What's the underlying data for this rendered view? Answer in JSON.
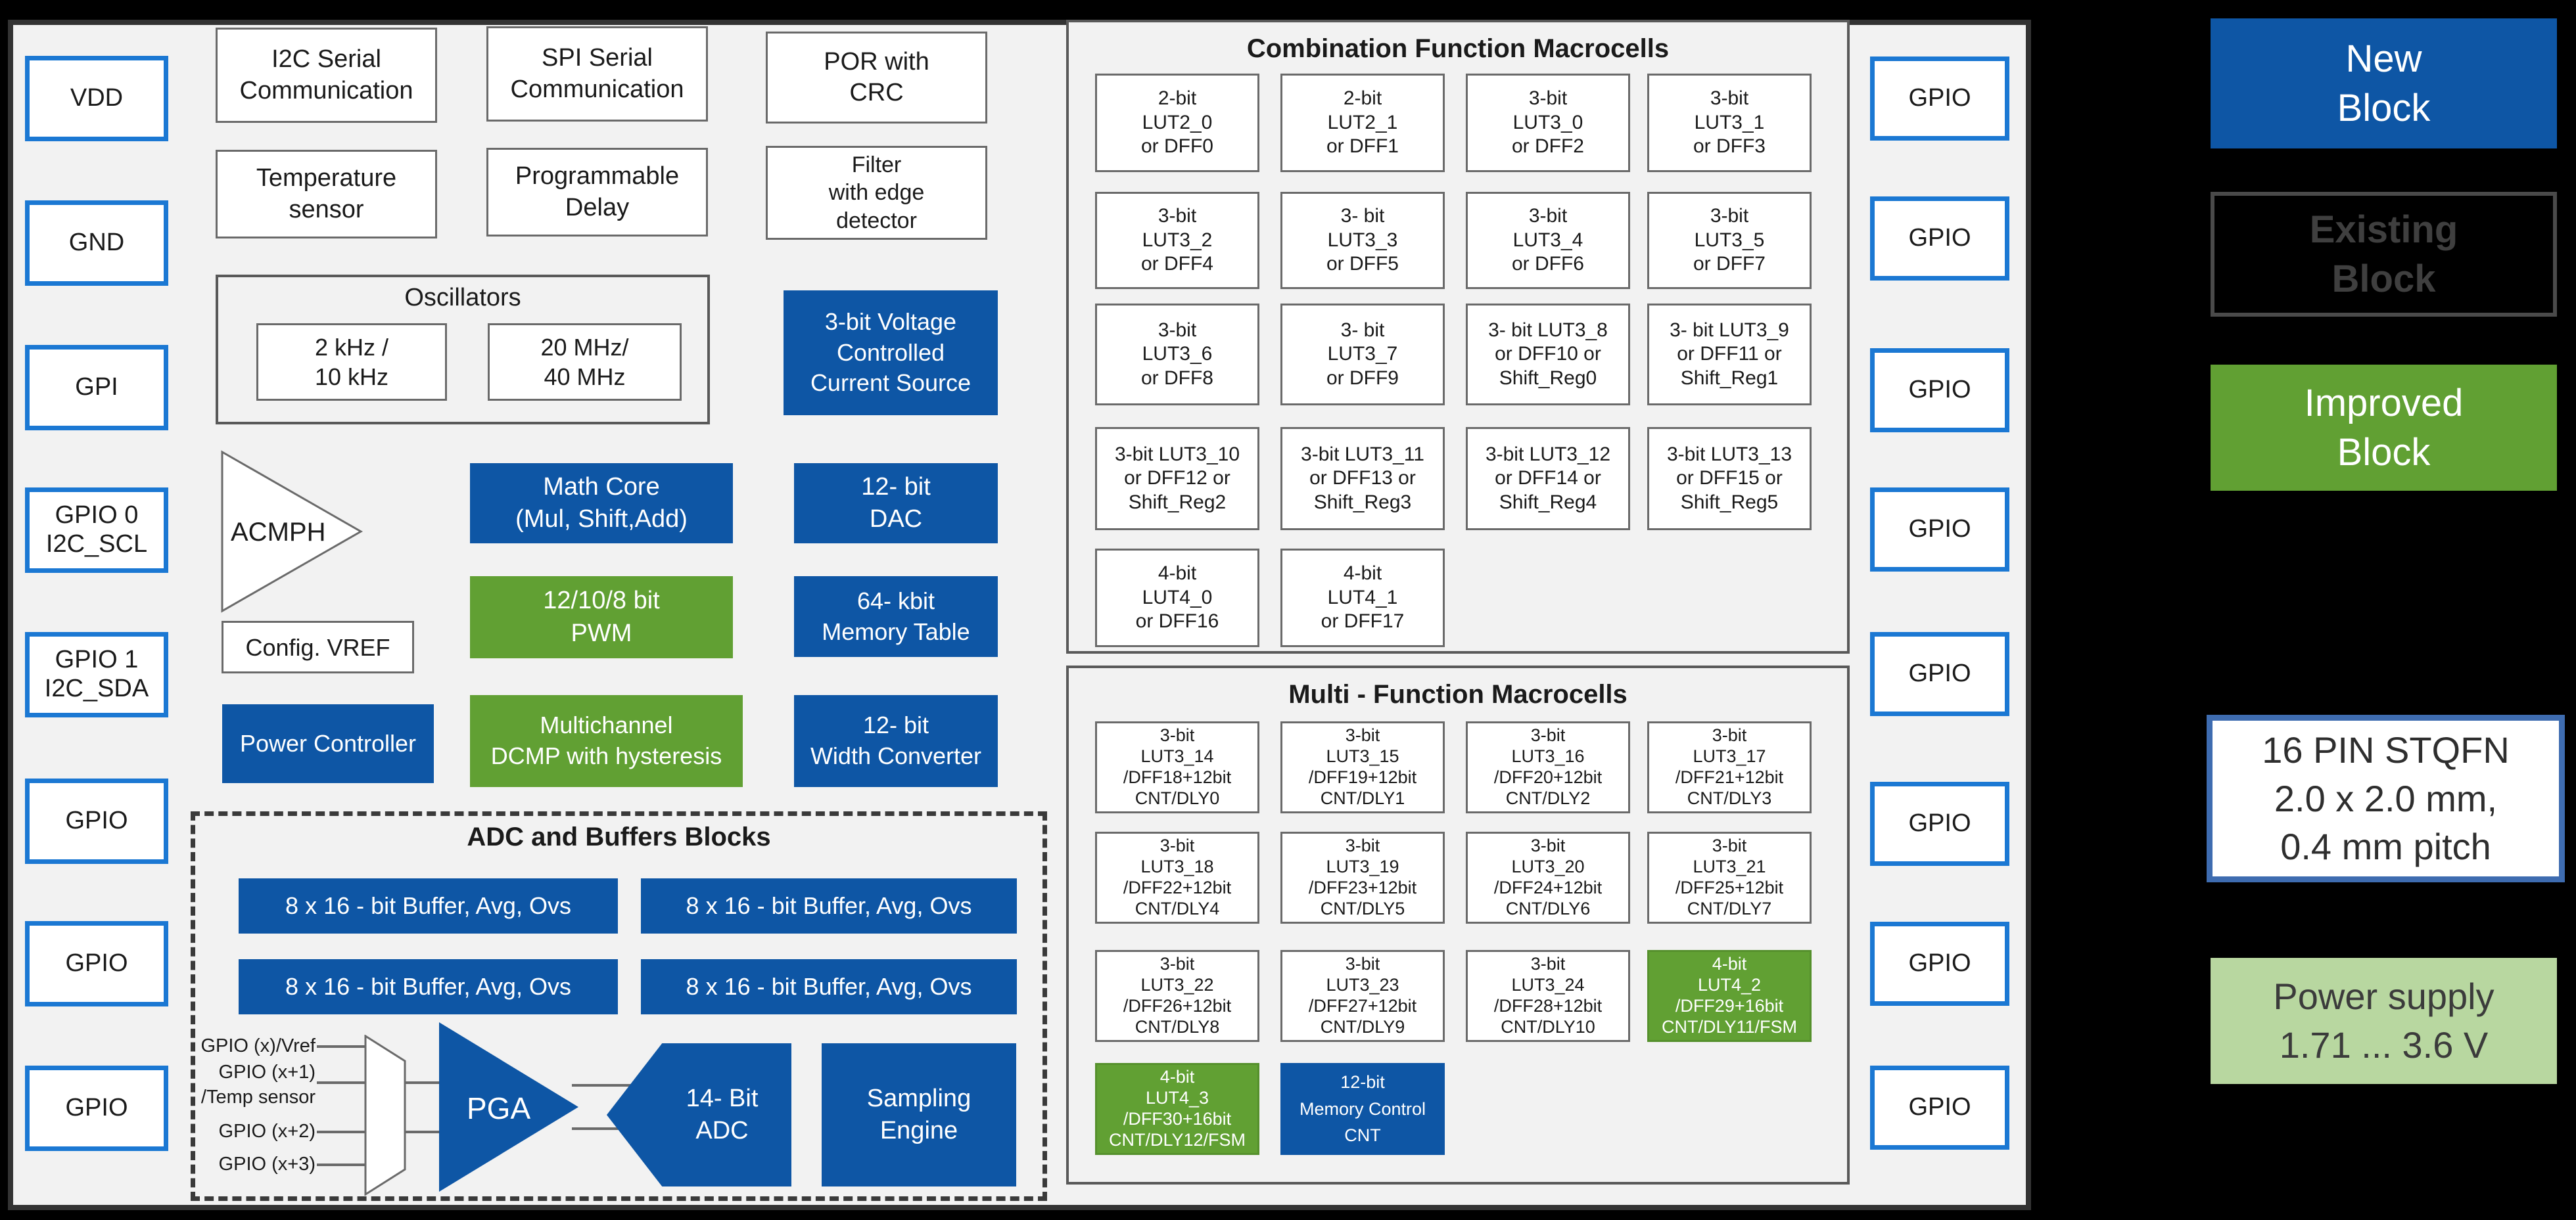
{
  "colors": {
    "accent_blue": "#0E56A5",
    "pin_border_blue": "#1B78D3",
    "improved_green": "#61A033",
    "light_green": "#B8D7A0",
    "package_border_blue": "#3E6CB0",
    "panel_background": "#F2F2F2"
  },
  "pins_left": [
    {
      "label": "VDD"
    },
    {
      "label": "GND"
    },
    {
      "label": "GPI"
    },
    {
      "label": "GPIO 0\nI2C_SCL"
    },
    {
      "label": "GPIO 1\nI2C_SDA"
    },
    {
      "label": "GPIO"
    },
    {
      "label": "GPIO"
    },
    {
      "label": "GPIO"
    }
  ],
  "pins_right": [
    {
      "label": "GPIO"
    },
    {
      "label": "GPIO"
    },
    {
      "label": "GPIO"
    },
    {
      "label": "GPIO"
    },
    {
      "label": "GPIO"
    },
    {
      "label": "GPIO"
    },
    {
      "label": "GPIO"
    },
    {
      "label": "GPIO"
    }
  ],
  "blocks": {
    "i2c": "I2C Serial\nCommunication",
    "temp_sensor": "Temperature\nsensor",
    "spi": "SPI Serial\nCommunication",
    "prog_delay": "Programmable\nDelay",
    "por": "POR with\nCRC",
    "filter": "Filter\nwith edge\ndetector",
    "oscillators_title": "Oscillators",
    "osc_low": "2 kHz /\n10 kHz",
    "osc_high": "20 MHz/\n40 MHz",
    "acmph": "ACMPH",
    "config_vref": "Config. VREF",
    "power_controller": "Power Controller",
    "math_core": "Math Core\n(Mul, Shift,Add)",
    "pwm": "12/10/8 bit\nPWM",
    "dcmp": "Multichannel\nDCMP with hysteresis",
    "vccs": "3-bit Voltage\nControlled\nCurrent Source",
    "dac": "12- bit\nDAC",
    "memory_table": "64- kbit\nMemory Table",
    "width_converter": "12- bit\nWidth Converter"
  },
  "adc_section": {
    "title": "ADC and Buffers Blocks",
    "buffers": [
      "8 x 16 - bit Buffer, Avg, Ovs",
      "8 x 16 - bit Buffer, Avg, Ovs",
      "8 x 16 - bit Buffer, Avg, Ovs",
      "8 x 16 - bit Buffer, Avg, Ovs"
    ],
    "inputs": [
      "GPIO (x)/Vref",
      "GPIO (x+1)",
      "/Temp sensor",
      "GPIO (x+2)",
      "GPIO (x+3)"
    ],
    "pga": "PGA",
    "adc": "14- Bit\nADC",
    "sampling_engine": "Sampling\nEngine"
  },
  "combination": {
    "title": "Combination Function Macrocells",
    "cells": [
      "2-bit\nLUT2_0\nor DFF0",
      "2-bit\nLUT2_1\nor DFF1",
      "3-bit\nLUT3_0\nor DFF2",
      "3-bit\nLUT3_1\nor DFF3",
      "3-bit\nLUT3_2\nor DFF4",
      "3- bit\nLUT3_3\nor DFF5",
      "3-bit\nLUT3_4\nor DFF6",
      "3-bit\nLUT3_5\nor DFF7",
      "3-bit\nLUT3_6\nor DFF8",
      "3- bit\nLUT3_7\nor DFF9",
      "3- bit LUT3_8\nor DFF10 or\nShift_Reg0",
      "3- bit LUT3_9\nor DFF11 or\nShift_Reg1",
      "3-bit LUT3_10\nor DFF12 or\nShift_Reg2",
      "3-bit LUT3_11\nor DFF13 or\nShift_Reg3",
      "3-bit LUT3_12\nor DFF14 or\nShift_Reg4",
      "3-bit LUT3_13\nor DFF15 or\nShift_Reg5",
      "4-bit\nLUT4_0\nor DFF16",
      "4-bit\nLUT4_1\nor DFF17"
    ]
  },
  "multi": {
    "title": "Multi - Function Macrocells",
    "cells": [
      "3-bit\nLUT3_14\n/DFF18+12bit\nCNT/DLY0",
      "3-bit\nLUT3_15\n/DFF19+12bit\nCNT/DLY1",
      "3-bit\nLUT3_16\n/DFF20+12bit\nCNT/DLY2",
      "3-bit\nLUT3_17\n/DFF21+12bit\nCNT/DLY3",
      "3-bit\nLUT3_18\n/DFF22+12bit\nCNT/DLY4",
      "3-bit\nLUT3_19\n/DFF23+12bit\nCNT/DLY5",
      "3-bit\nLUT3_20\n/DFF24+12bit\nCNT/DLY6",
      "3-bit\nLUT3_21\n/DFF25+12bit\nCNT/DLY7",
      "3-bit\nLUT3_22\n/DFF26+12bit\nCNT/DLY8",
      "3-bit\nLUT3_23\n/DFF27+12bit\nCNT/DLY9",
      "3-bit\nLUT3_24\n/DFF28+12bit\nCNT/DLY10",
      "4-bit\nLUT4_2\n/DFF29+16bit\nCNT/DLY11/FSM",
      "4-bit\nLUT4_3\n/DFF30+16bit\nCNT/DLY12/FSM",
      "12-bit\nMemory Control\nCNT"
    ]
  },
  "legend": {
    "new_block": "New\nBlock",
    "existing_block": "Existing\nBlock",
    "improved_block": "Improved\nBlock",
    "package": "16 PIN STQFN\n2.0 x 2.0 mm,\n0.4 mm pitch",
    "power_supply": "Power supply\n1.71 ... 3.6 V"
  }
}
